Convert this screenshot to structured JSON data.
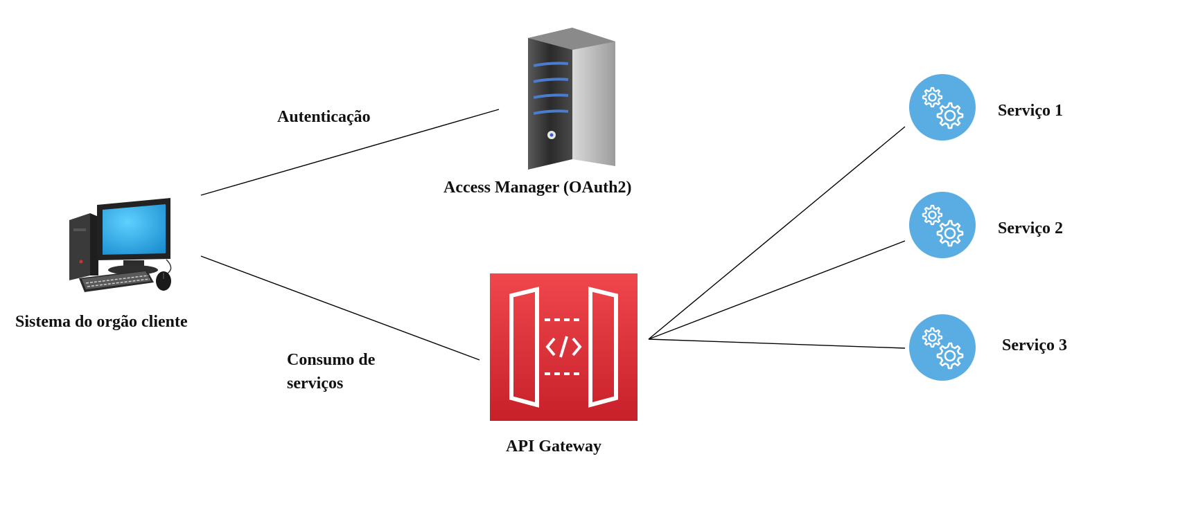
{
  "colors": {
    "line": "#000000",
    "service_blue": "#5aade2",
    "gateway_red": "#e7333d",
    "server_dark": "#3b3b3b",
    "monitor_blue": "#3fb6ef"
  },
  "nodes": {
    "client": {
      "label": "Sistema do orgão cliente",
      "icon": "desktop-computer-icon"
    },
    "access_manager": {
      "label": "Access Manager (OAuth2)",
      "icon": "server-tower-icon"
    },
    "api_gateway": {
      "label": "API Gateway",
      "icon": "api-gateway-icon"
    },
    "services": [
      {
        "label": "Serviço 1",
        "icon": "gears-icon"
      },
      {
        "label": "Serviço 2",
        "icon": "gears-icon"
      },
      {
        "label": "Serviço 3",
        "icon": "gears-icon"
      }
    ]
  },
  "edges": {
    "authentication": {
      "label": "Autenticação"
    },
    "consumption": {
      "label_line1": "Consumo de",
      "label_line2": "serviços"
    }
  }
}
